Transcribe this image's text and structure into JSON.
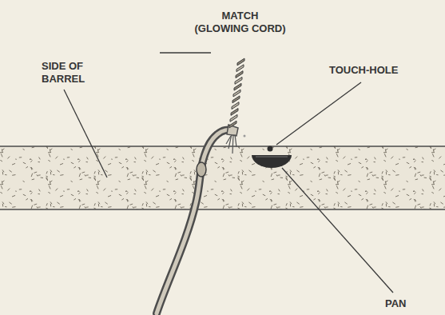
{
  "diagram": {
    "labels": [
      "MATCH (GLOWING CORD)",
      "SIDE OF BARREL",
      "TOUCH-HOLE",
      "PAN"
    ]
  }
}
